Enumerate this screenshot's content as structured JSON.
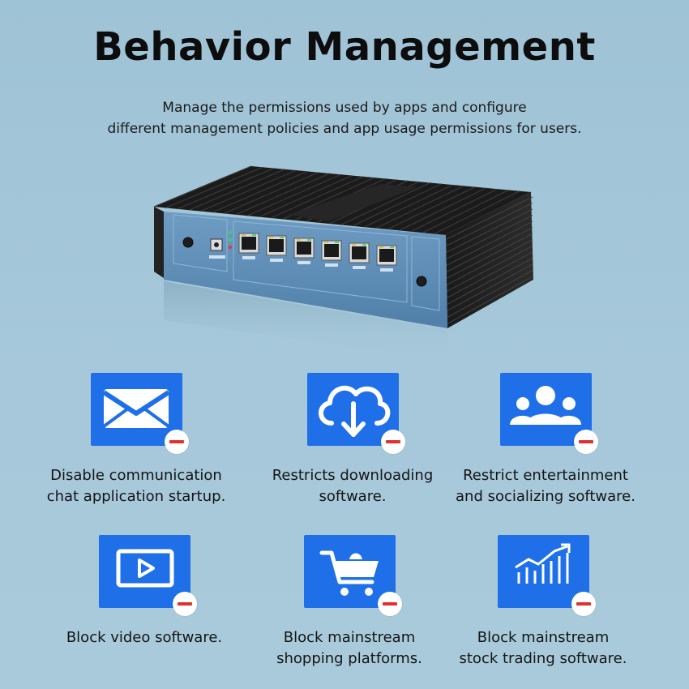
{
  "header": {
    "title": "Behavior Management",
    "subtitle_line1": "Manage the permissions used by apps and configure",
    "subtitle_line2": "different management policies and app usage permissions for users."
  },
  "colors": {
    "icon_tile": "#1e6fe8",
    "badge_minus": "#e0302f",
    "device_panel": "#5e8fb8",
    "device_heatsink": "#141414"
  },
  "device": {
    "port_count": 6,
    "indicator_leds": [
      "green",
      "green",
      "red"
    ]
  },
  "features": [
    {
      "icon": "envelope-icon",
      "line1": "Disable communication",
      "line2": "chat application startup."
    },
    {
      "icon": "cloud-download-icon",
      "line1": "Restricts downloading",
      "line2": "software."
    },
    {
      "icon": "group-users-icon",
      "line1": "Restrict entertainment",
      "line2": "and socializing software."
    },
    {
      "icon": "video-play-icon",
      "line1": "Block video software.",
      "line2": ""
    },
    {
      "icon": "shopping-cart-icon",
      "line1": "Block mainstream",
      "line2": "shopping platforms."
    },
    {
      "icon": "stock-chart-icon",
      "line1": "Block mainstream",
      "line2": "stock trading software."
    }
  ]
}
